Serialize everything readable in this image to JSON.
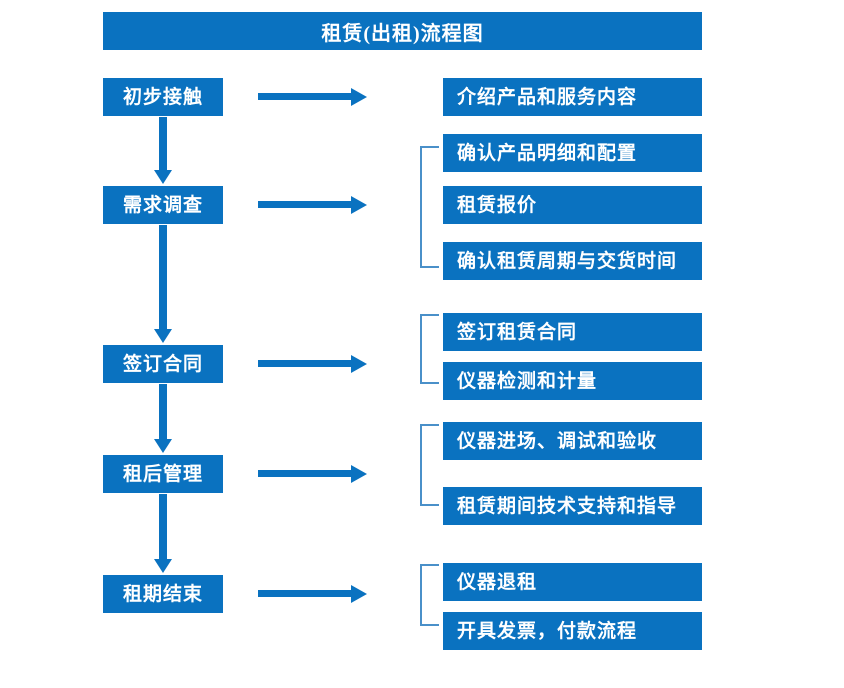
{
  "diagram": {
    "title": "租赁(出租)流程图",
    "theme": {
      "primary": "#0a72c0",
      "bracket": "#4a90c9",
      "text": "#ffffff",
      "background": "#ffffff"
    },
    "stages": [
      {
        "label": "初步接触"
      },
      {
        "label": "需求调查"
      },
      {
        "label": "签订合同"
      },
      {
        "label": "租后管理"
      },
      {
        "label": "租期结束"
      }
    ],
    "details": [
      {
        "label": "介绍产品和服务内容"
      },
      {
        "label": "确认产品明细和配置"
      },
      {
        "label": "租赁报价"
      },
      {
        "label": "确认租赁周期与交货时间"
      },
      {
        "label": "签订租赁合同"
      },
      {
        "label": "仪器检测和计量"
      },
      {
        "label": "仪器进场、调试和验收"
      },
      {
        "label": "租赁期间技术支持和指导"
      },
      {
        "label": "仪器退租"
      },
      {
        "label": "开具发票，付款流程"
      }
    ]
  },
  "chart_data": {
    "type": "diagram",
    "title": "租赁(出租)流程图",
    "nodes": [
      {
        "id": "s1",
        "label": "初步接触",
        "column": "stage",
        "order": 1
      },
      {
        "id": "s2",
        "label": "需求调查",
        "column": "stage",
        "order": 2
      },
      {
        "id": "s3",
        "label": "签订合同",
        "column": "stage",
        "order": 3
      },
      {
        "id": "s4",
        "label": "租后管理",
        "column": "stage",
        "order": 4
      },
      {
        "id": "s5",
        "label": "租期结束",
        "column": "stage",
        "order": 5
      },
      {
        "id": "d1",
        "label": "介绍产品和服务内容",
        "column": "detail",
        "group": 1
      },
      {
        "id": "d2",
        "label": "确认产品明细和配置",
        "column": "detail",
        "group": 2
      },
      {
        "id": "d3",
        "label": "租赁报价",
        "column": "detail",
        "group": 2
      },
      {
        "id": "d4",
        "label": "确认租赁周期与交货时间",
        "column": "detail",
        "group": 2
      },
      {
        "id": "d5",
        "label": "签订租赁合同",
        "column": "detail",
        "group": 3
      },
      {
        "id": "d6",
        "label": "仪器检测和计量",
        "column": "detail",
        "group": 3
      },
      {
        "id": "d7",
        "label": "仪器进场、调试和验收",
        "column": "detail",
        "group": 4
      },
      {
        "id": "d8",
        "label": "租赁期间技术支持和指导",
        "column": "detail",
        "group": 4
      },
      {
        "id": "d9",
        "label": "仪器退租",
        "column": "detail",
        "group": 5
      },
      {
        "id": "d10",
        "label": "开具发票，付款流程",
        "column": "detail",
        "group": 5
      }
    ],
    "edges": [
      {
        "from": "s1",
        "to": "s2",
        "type": "vertical-arrow"
      },
      {
        "from": "s2",
        "to": "s3",
        "type": "vertical-arrow"
      },
      {
        "from": "s3",
        "to": "s4",
        "type": "vertical-arrow"
      },
      {
        "from": "s4",
        "to": "s5",
        "type": "vertical-arrow"
      },
      {
        "from": "s1",
        "to": "d1",
        "type": "horizontal-arrow"
      },
      {
        "from": "s2",
        "to": "d2,d3,d4",
        "type": "horizontal-arrow-bracket"
      },
      {
        "from": "s3",
        "to": "d5,d6",
        "type": "horizontal-arrow-bracket"
      },
      {
        "from": "s4",
        "to": "d7,d8",
        "type": "horizontal-arrow-bracket"
      },
      {
        "from": "s5",
        "to": "d9,d10",
        "type": "horizontal-arrow-bracket"
      }
    ]
  }
}
